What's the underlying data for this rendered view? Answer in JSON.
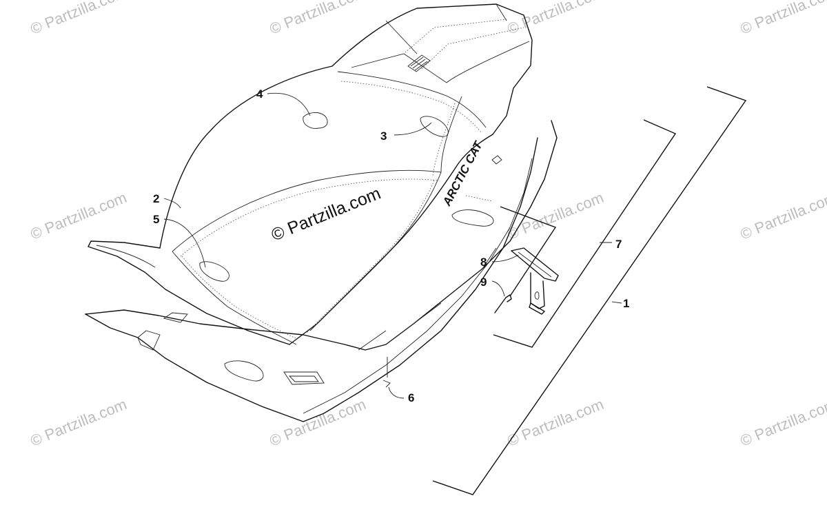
{
  "watermarks": {
    "corner_text": "© Partzilla.com",
    "center_text": "© Partzilla.com"
  },
  "seat_branding": {
    "logo_text": "ARCTIC CAT"
  },
  "callouts": [
    {
      "id": "callout-1",
      "label": "1"
    },
    {
      "id": "callout-2",
      "label": "2"
    },
    {
      "id": "callout-3",
      "label": "3"
    },
    {
      "id": "callout-4",
      "label": "4"
    },
    {
      "id": "callout-5",
      "label": "5"
    },
    {
      "id": "callout-6",
      "label": "6"
    },
    {
      "id": "callout-7",
      "label": "7"
    },
    {
      "id": "callout-8",
      "label": "8"
    },
    {
      "id": "callout-9",
      "label": "9"
    }
  ],
  "colors": {
    "line": "#111111",
    "watermark": "#bdbdbd",
    "background": "#ffffff"
  }
}
